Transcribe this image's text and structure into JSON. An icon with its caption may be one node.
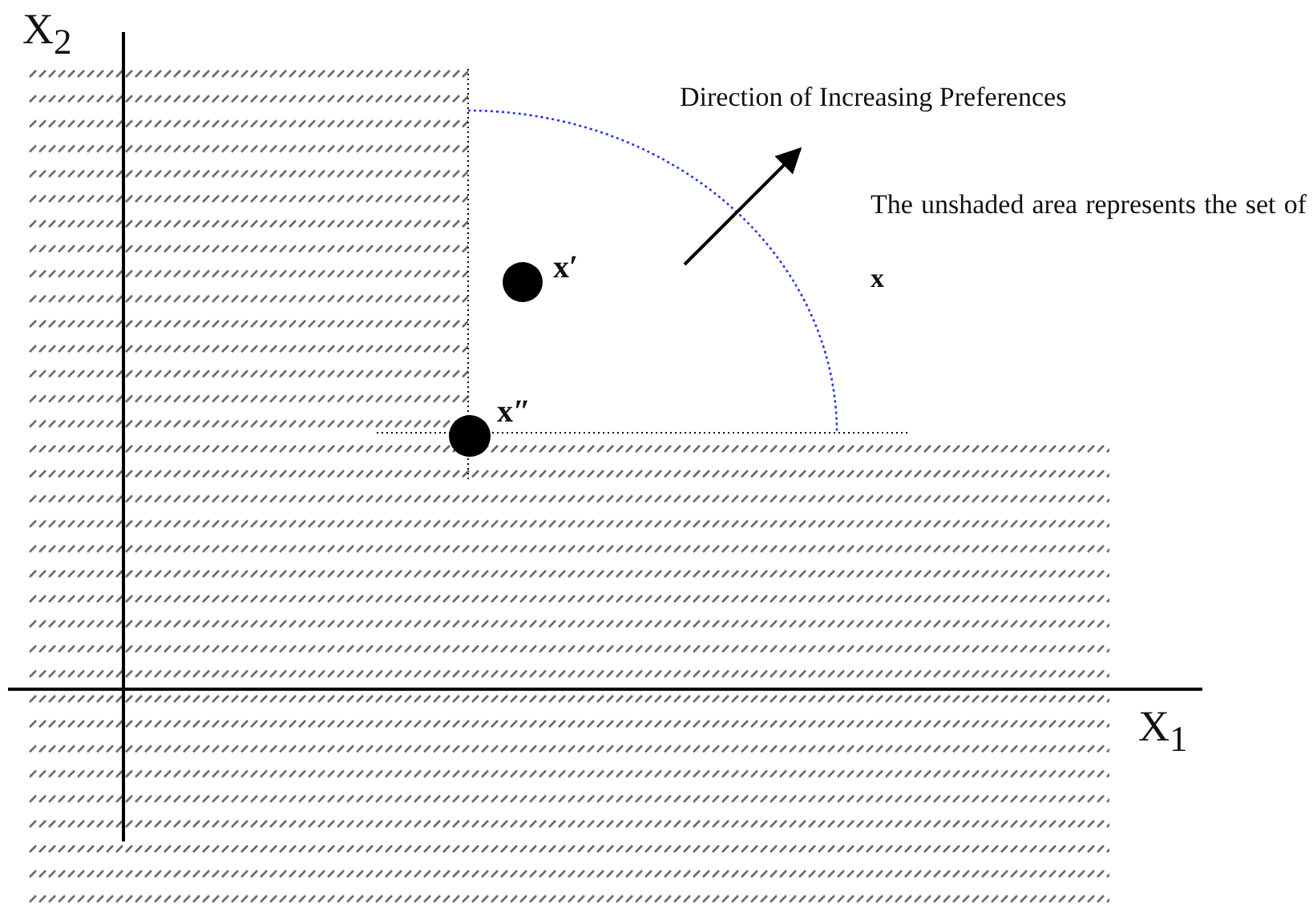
{
  "diagram": {
    "labels": [
      "X$_{2}$",
      "Direction of Increasing Preferences",
      "x′",
      "The unshaded area represents the set of **x**",
      "x″",
      "X$_{1}$"
    ]
  }
}
